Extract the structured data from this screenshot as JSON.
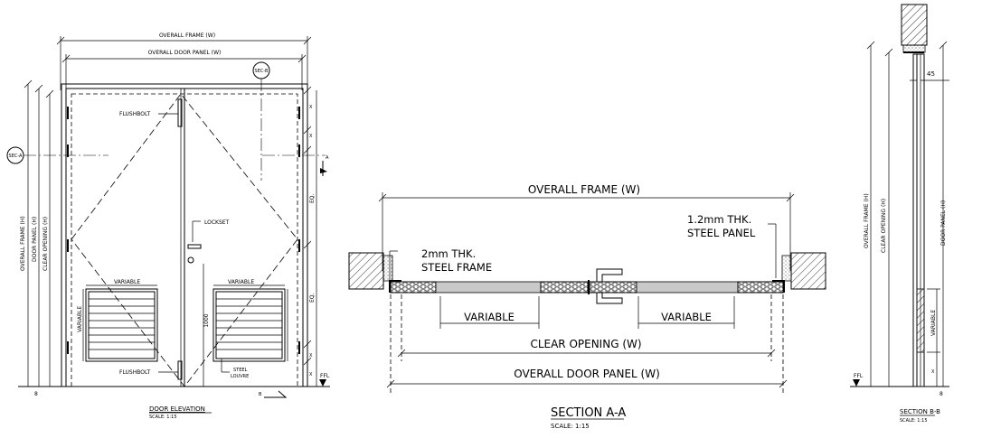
{
  "elevation": {
    "dim_overall_frame_w": "OVERALL FRAME (W)",
    "dim_overall_door_panel_w": "OVERALL DOOR PANEL (W)",
    "sec_b_tag": "SEC-B",
    "sec_a_tag": "SEC-A",
    "flushbolt_top": "FLUSHBOLT",
    "flushbolt_bottom": "FLUSHBOLT",
    "lockset": "LOCKSET",
    "variable_left": "VARIABLE",
    "variable_right": "VARIABLE",
    "variable_side": "VARIABLE",
    "dim_1000": "1000",
    "steel_louvre_1": "STEEL",
    "steel_louvre_2": "LOUVRE",
    "overall_frame_h": "OVERALL FRAME (H)",
    "door_panel_h": "DOOR PANEL (H)",
    "clear_opening_h": "CLEAR OPENING (H)",
    "eq_top": "EQ.",
    "eq_bottom": "EQ.",
    "x1": "X",
    "x2": "X",
    "x3": "X",
    "x4": "X",
    "ffl": "FFL",
    "dim_8": "8",
    "mark_a": "A",
    "mark_b": "B",
    "title": "DOOR ELEVATION",
    "scale": "SCALE: 1:15"
  },
  "section_aa": {
    "overall_frame_w": "OVERALL FRAME (W)",
    "frame_note_1": "2mm THK.",
    "frame_note_2": "STEEL FRAME",
    "panel_note_1": "1.2mm THK.",
    "panel_note_2": "STEEL PANEL",
    "variable_left": "VARIABLE",
    "variable_right": "VARIABLE",
    "clear_opening_w": "CLEAR OPENING (W)",
    "overall_door_panel_w": "OVERALL DOOR PANEL (W)",
    "title": "SECTION A-A",
    "scale": "SCALE: 1:15"
  },
  "section_bb": {
    "overall_frame_h": "OVERALL FRAME (H)",
    "clear_opening_h": "CLEAR OPENING (H)",
    "door_panel_h": "DOOR PANEL (H)",
    "dim_45": "45",
    "variable": "VARIABLE",
    "x": "X",
    "ffl": "FFL",
    "dim_8": "8",
    "title": "SECTION B-B",
    "scale": "SCALE: 1:15"
  }
}
